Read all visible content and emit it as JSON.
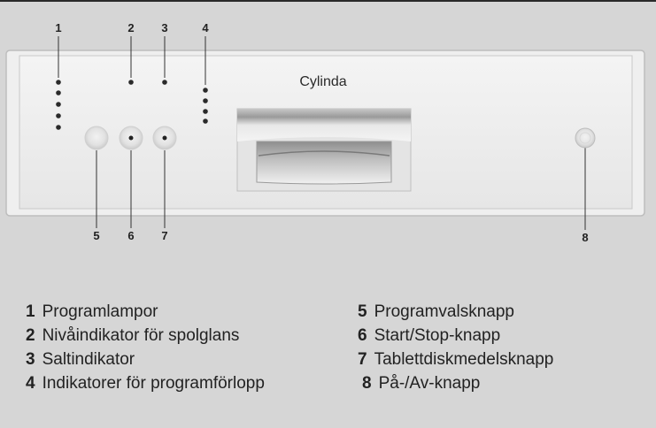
{
  "brand": "Cylinda",
  "callouts": [
    "1",
    "2",
    "3",
    "4",
    "5",
    "6",
    "7",
    "8"
  ],
  "legend": [
    {
      "num": "1",
      "text": "Programlampor"
    },
    {
      "num": "2",
      "text": "Nivåindikator för spolglans"
    },
    {
      "num": "3",
      "text": "Saltindikator"
    },
    {
      "num": "4",
      "text": "Indikatorer för programförlopp"
    },
    {
      "num": "5",
      "text": "Programvalsknapp"
    },
    {
      "num": "6",
      "text": "Start/Stop-knapp"
    },
    {
      "num": "7",
      "text": "Tablettdiskmedelsknapp"
    },
    {
      "num": "8",
      "text": "På-/Av-knapp"
    }
  ]
}
